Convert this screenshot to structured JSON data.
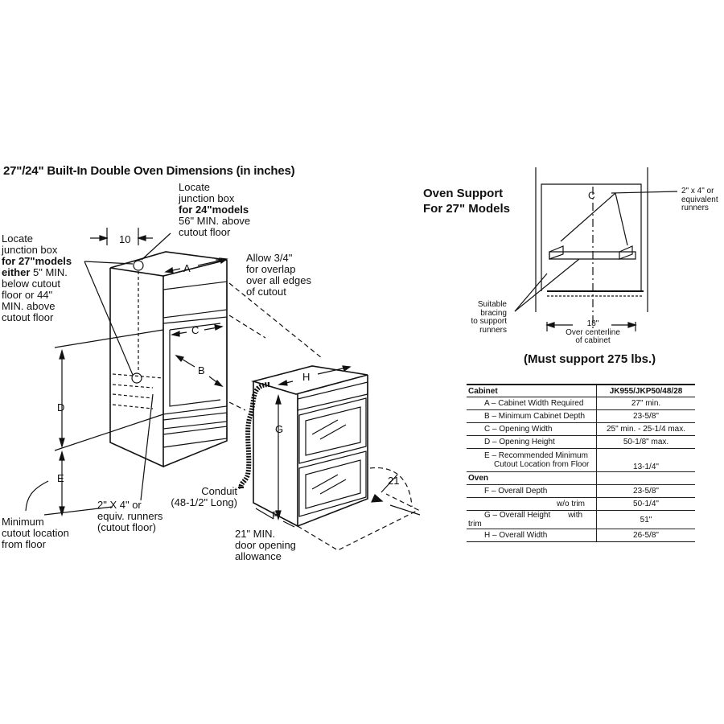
{
  "title": "27\"/24\" Built-In Double Oven Dimensions (in inches)",
  "support_title": [
    "Oven Support",
    "For 27\" Models"
  ],
  "callouts": {
    "junction_24": [
      "Locate",
      "junction box",
      "for 24\"models",
      "56\" MIN. above",
      "cutout floor"
    ],
    "junction_27": [
      "Locate",
      "junction box",
      "for 27\"models",
      "either",
      " 5\" MIN.",
      "below cutout",
      "floor or 44\"",
      "MIN. above",
      "cutout floor"
    ],
    "overlap": [
      "Allow 3/4\"",
      "for overlap",
      "over all edges",
      "of cutout"
    ],
    "runners": [
      "2\" X 4\" or",
      "equiv. runners",
      "(cutout floor)"
    ],
    "conduit": [
      "Conduit",
      "(48-1/2\" Long)"
    ],
    "door": [
      "21\" MIN.",
      "door opening",
      "allowance"
    ],
    "minimum": [
      "Minimum",
      "cutout location",
      "from floor"
    ],
    "support_runners": [
      "2\" x  4\" or",
      "equivalent",
      "runners"
    ],
    "bracing": [
      "Suitable",
      "bracing",
      "to support",
      "runners"
    ],
    "centerline": [
      "18\"",
      "Over centerline",
      "of cabinet"
    ],
    "must_support": "(Must support 275 lbs.)"
  },
  "dimension_labels": {
    "ten": "10",
    "a": "A",
    "b": "B",
    "c": "C",
    "d": "D",
    "e": "E",
    "f": "F",
    "g": "G",
    "h": "H",
    "twentyone": "21",
    "centerline_c": "C"
  },
  "table": {
    "header": [
      "Cabinet",
      "JK955/JKP50/48/28"
    ],
    "rows": [
      {
        "label": "A – Cabinet Width Required",
        "value": "27\" min."
      },
      {
        "label": "B – Minimum Cabinet Depth",
        "value": "23-5/8\""
      },
      {
        "label": "C – Opening Width",
        "value": "25\" min. - 25-1/4 max."
      },
      {
        "label": "D – Opening Height",
        "value": "50-1/8\" max."
      },
      {
        "label": "E – Recommended Minimum",
        "label2": "Cutout Location from Floor",
        "value": "13-1/4\""
      }
    ],
    "oven_header": "Oven",
    "oven_rows": [
      {
        "label": "F – Overall Depth",
        "value": "23-5/8\""
      },
      {
        "label": "w/o trim",
        "value": "50-1/4\""
      },
      {
        "label": "G – Overall Height",
        "label2": "with trim",
        "value": "51\""
      },
      {
        "label": "H – Overall Width",
        "value": "26-5/8\""
      }
    ]
  }
}
